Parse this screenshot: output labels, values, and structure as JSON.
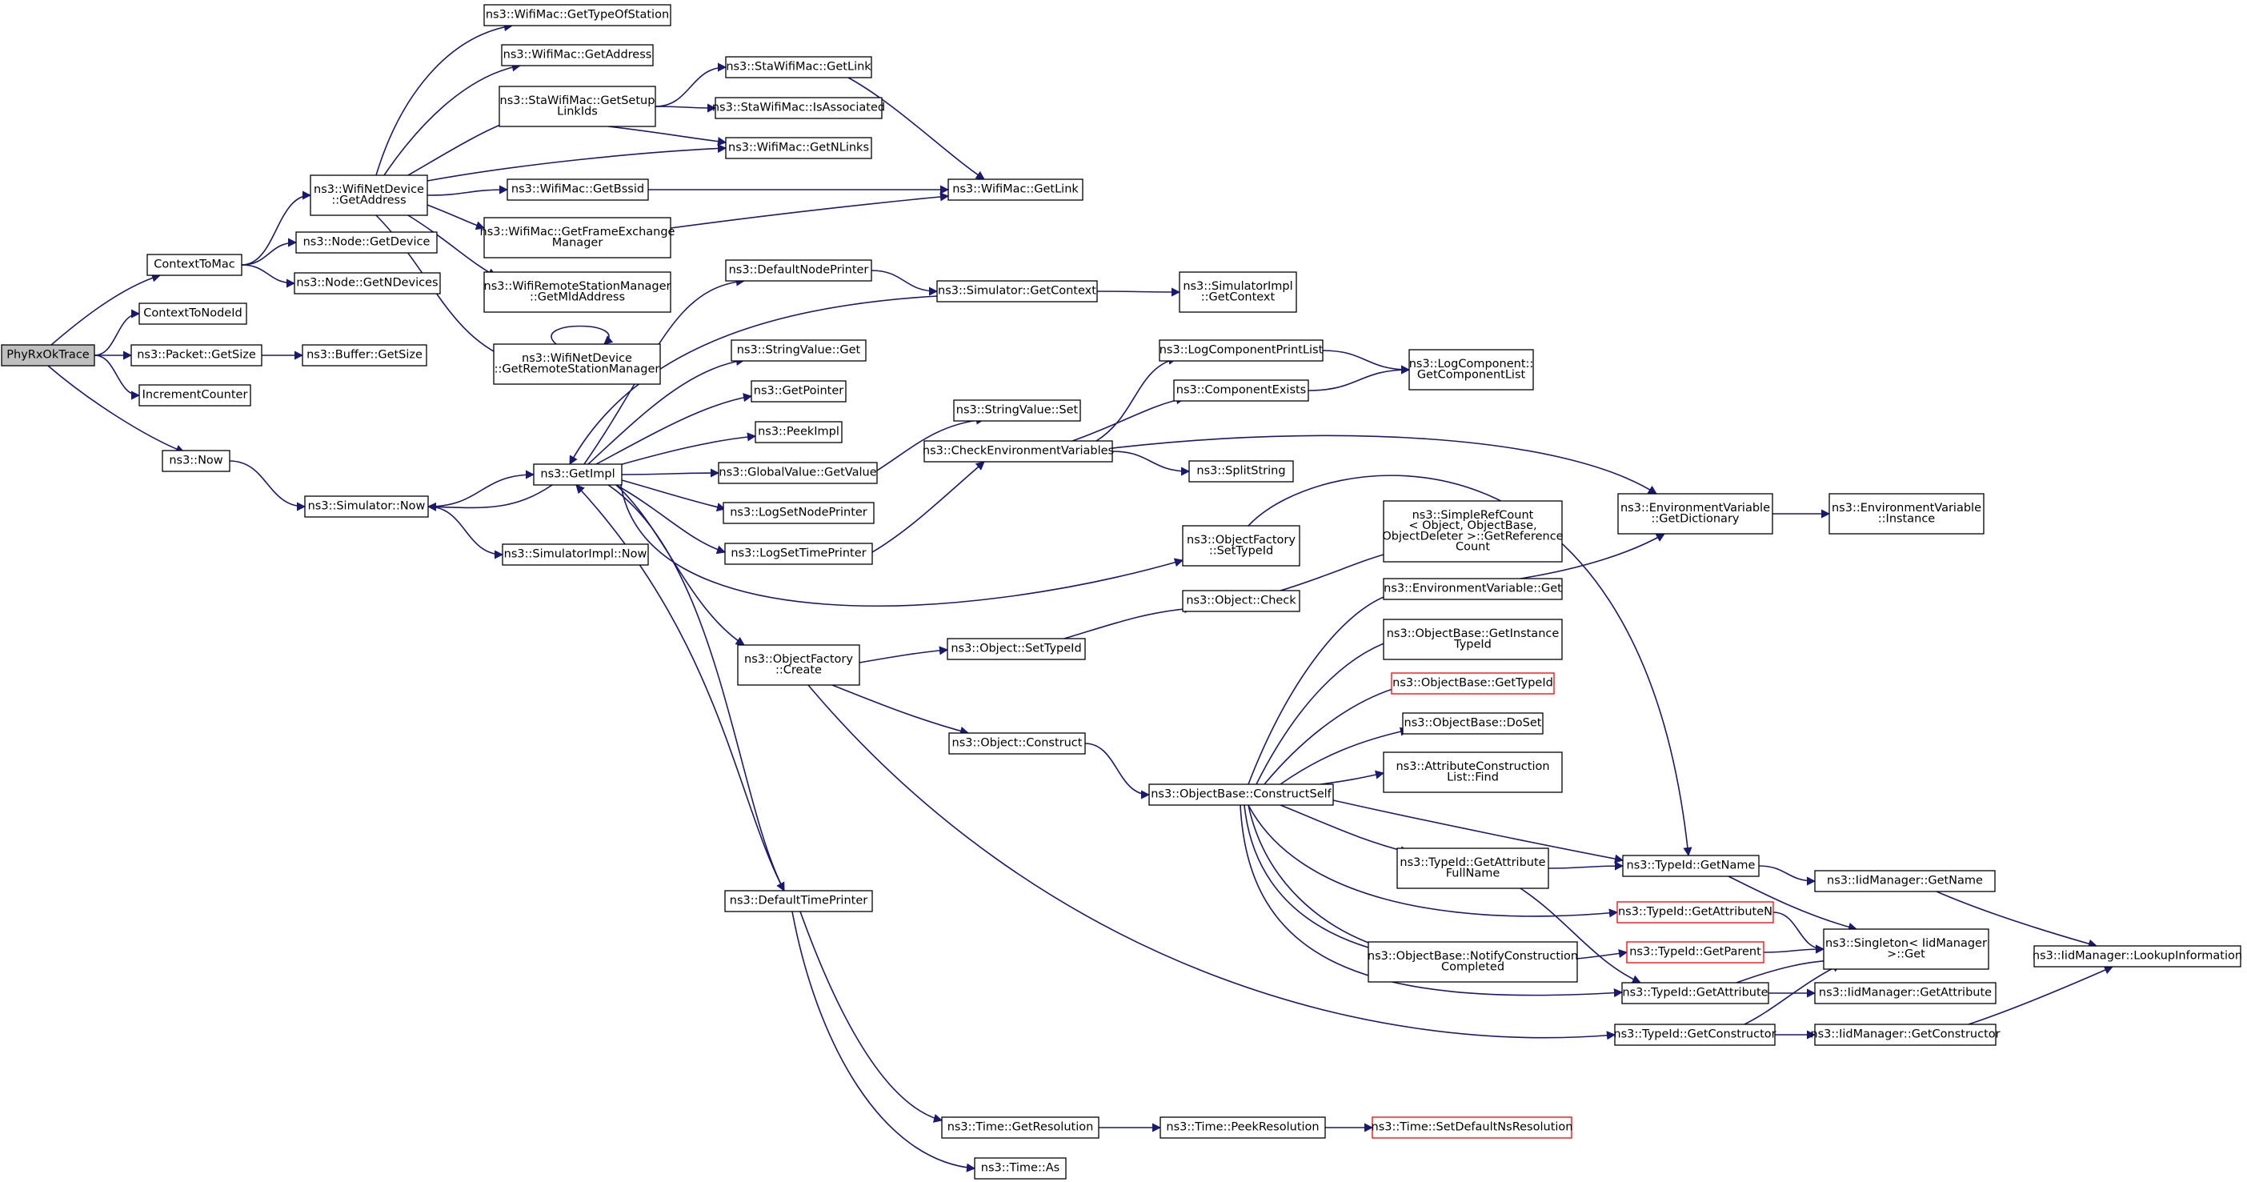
{
  "nodes": [
    {
      "id": "root",
      "lines": [
        "PhyRxOkTrace"
      ],
      "root": true
    },
    {
      "id": "ctm",
      "lines": [
        "ContextToMac"
      ]
    },
    {
      "id": "ctn",
      "lines": [
        "ContextToNodeId"
      ]
    },
    {
      "id": "pgs",
      "lines": [
        "ns3::Packet::GetSize"
      ]
    },
    {
      "id": "inc",
      "lines": [
        "IncrementCounter"
      ]
    },
    {
      "id": "now",
      "lines": [
        "ns3::Now"
      ]
    },
    {
      "id": "bgs",
      "lines": [
        "ns3::Buffer::GetSize"
      ]
    },
    {
      "id": "wnd_addr",
      "lines": [
        "ns3::WifiNetDevice",
        "::GetAddress"
      ]
    },
    {
      "id": "ngd",
      "lines": [
        "ns3::Node::GetDevice"
      ]
    },
    {
      "id": "ngnd",
      "lines": [
        "ns3::Node::GetNDevices"
      ]
    },
    {
      "id": "sim_now",
      "lines": [
        "ns3::Simulator::Now"
      ]
    },
    {
      "id": "wm_type",
      "lines": [
        "ns3::WifiMac::GetTypeOfStation"
      ]
    },
    {
      "id": "wm_addr",
      "lines": [
        "ns3::WifiMac::GetAddress"
      ]
    },
    {
      "id": "sta_setup",
      "lines": [
        "ns3::StaWifiMac::GetSetup",
        "LinkIds"
      ]
    },
    {
      "id": "wm_bssid",
      "lines": [
        "ns3::WifiMac::GetBssid"
      ]
    },
    {
      "id": "wm_fem",
      "lines": [
        "ns3::WifiMac::GetFrameExchange",
        "Manager"
      ]
    },
    {
      "id": "wrsm",
      "lines": [
        "ns3::WifiRemoteStationManager",
        "::GetMldAddress"
      ]
    },
    {
      "id": "wnd_rsm",
      "lines": [
        "ns3::WifiNetDevice",
        "::GetRemoteStationManager"
      ]
    },
    {
      "id": "getimpl",
      "lines": [
        "ns3::GetImpl"
      ]
    },
    {
      "id": "simimpl_now",
      "lines": [
        "ns3::SimulatorImpl::Now"
      ]
    },
    {
      "id": "sta_getlink",
      "lines": [
        "ns3::StaWifiMac::GetLink"
      ]
    },
    {
      "id": "sta_isassoc",
      "lines": [
        "ns3::StaWifiMac::IsAssociated"
      ]
    },
    {
      "id": "wm_nlinks",
      "lines": [
        "ns3::WifiMac::GetNLinks"
      ]
    },
    {
      "id": "wm_getlink",
      "lines": [
        "ns3::WifiMac::GetLink"
      ]
    },
    {
      "id": "dnp",
      "lines": [
        "ns3::DefaultNodePrinter"
      ]
    },
    {
      "id": "sv_get",
      "lines": [
        "ns3::StringValue::Get"
      ]
    },
    {
      "id": "getptr",
      "lines": [
        "ns3::GetPointer"
      ]
    },
    {
      "id": "peekimpl",
      "lines": [
        "ns3::PeekImpl"
      ]
    },
    {
      "id": "gv_get",
      "lines": [
        "ns3::GlobalValue::GetValue"
      ]
    },
    {
      "id": "lsnp",
      "lines": [
        "ns3::LogSetNodePrinter"
      ]
    },
    {
      "id": "lstp",
      "lines": [
        "ns3::LogSetTimePrinter"
      ]
    },
    {
      "id": "of_create",
      "lines": [
        "ns3::ObjectFactory",
        "::Create"
      ]
    },
    {
      "id": "dtp",
      "lines": [
        "ns3::DefaultTimePrinter"
      ]
    },
    {
      "id": "sim_ctx",
      "lines": [
        "ns3::Simulator::GetContext"
      ]
    },
    {
      "id": "simimpl_ctx",
      "lines": [
        "ns3::SimulatorImpl",
        "::GetContext"
      ]
    },
    {
      "id": "sv_set",
      "lines": [
        "ns3::StringValue::Set"
      ]
    },
    {
      "id": "cev",
      "lines": [
        "ns3::CheckEnvironmentVariables"
      ]
    },
    {
      "id": "lcpl",
      "lines": [
        "ns3::LogComponentPrintList"
      ]
    },
    {
      "id": "comp_exists",
      "lines": [
        "ns3::ComponentExists"
      ]
    },
    {
      "id": "lc_gcl",
      "lines": [
        "ns3::LogComponent::",
        "GetComponentList"
      ]
    },
    {
      "id": "split",
      "lines": [
        "ns3::SplitString"
      ]
    },
    {
      "id": "of_settid",
      "lines": [
        "ns3::ObjectFactory",
        "::SetTypeId"
      ]
    },
    {
      "id": "src",
      "lines": [
        "ns3::SimpleRefCount",
        "< Object, ObjectBase,",
        "ObjectDeleter >::GetReference",
        "Count"
      ]
    },
    {
      "id": "ev_dict",
      "lines": [
        "ns3::EnvironmentVariable",
        "::GetDictionary"
      ]
    },
    {
      "id": "ev_inst",
      "lines": [
        "ns3::EnvironmentVariable",
        "::Instance"
      ]
    },
    {
      "id": "ev_get",
      "lines": [
        "ns3::EnvironmentVariable::Get"
      ]
    },
    {
      "id": "obj_check",
      "lines": [
        "ns3::Object::Check"
      ]
    },
    {
      "id": "obj_settid",
      "lines": [
        "ns3::Object::SetTypeId"
      ]
    },
    {
      "id": "ob_git",
      "lines": [
        "ns3::ObjectBase::GetInstance",
        "TypeId"
      ]
    },
    {
      "id": "ob_gtid",
      "lines": [
        "ns3::ObjectBase::GetTypeId"
      ],
      "red": true
    },
    {
      "id": "ob_doset",
      "lines": [
        "ns3::ObjectBase::DoSet"
      ]
    },
    {
      "id": "acl_find",
      "lines": [
        "ns3::AttributeConstruction",
        "List::Find"
      ]
    },
    {
      "id": "obj_construct",
      "lines": [
        "ns3::Object::Construct"
      ]
    },
    {
      "id": "ob_cs",
      "lines": [
        "ns3::ObjectBase::ConstructSelf"
      ]
    },
    {
      "id": "tid_gafn",
      "lines": [
        "ns3::TypeId::GetAttribute",
        "FullName"
      ]
    },
    {
      "id": "tid_getname",
      "lines": [
        "ns3::TypeId::GetName"
      ]
    },
    {
      "id": "tid_gan",
      "lines": [
        "ns3::TypeId::GetAttributeN"
      ],
      "red": true
    },
    {
      "id": "tid_gp",
      "lines": [
        "ns3::TypeId::GetParent"
      ],
      "red": true
    },
    {
      "id": "ob_ncc",
      "lines": [
        "ns3::ObjectBase::NotifyConstruction",
        "Completed"
      ]
    },
    {
      "id": "tid_ga",
      "lines": [
        "ns3::TypeId::GetAttribute"
      ]
    },
    {
      "id": "tid_gc",
      "lines": [
        "ns3::TypeId::GetConstructor"
      ]
    },
    {
      "id": "singleton",
      "lines": [
        "ns3::Singleton< IidManager",
        ">::Get"
      ]
    },
    {
      "id": "iid_getname",
      "lines": [
        "ns3::IidManager::GetName"
      ]
    },
    {
      "id": "iid_ga",
      "lines": [
        "ns3::IidManager::GetAttribute"
      ]
    },
    {
      "id": "iid_gc",
      "lines": [
        "ns3::IidManager::GetConstructor"
      ]
    },
    {
      "id": "iid_lookup",
      "lines": [
        "ns3::IidManager::LookupInformation"
      ]
    },
    {
      "id": "time_gr",
      "lines": [
        "ns3::Time::GetResolution"
      ]
    },
    {
      "id": "time_as",
      "lines": [
        "ns3::Time::As"
      ]
    },
    {
      "id": "time_pr",
      "lines": [
        "ns3::Time::PeekResolution"
      ]
    },
    {
      "id": "time_sdnr",
      "lines": [
        "ns3::Time::SetDefaultNsResolution"
      ],
      "red": true
    }
  ],
  "edges": [
    [
      "root",
      "ctm"
    ],
    [
      "root",
      "ctn"
    ],
    [
      "root",
      "pgs"
    ],
    [
      "root",
      "inc"
    ],
    [
      "root",
      "now"
    ],
    [
      "pgs",
      "bgs"
    ],
    [
      "ctm",
      "wnd_addr"
    ],
    [
      "ctm",
      "ngd"
    ],
    [
      "ctm",
      "ngnd"
    ],
    [
      "now",
      "sim_now"
    ],
    [
      "wnd_addr",
      "wm_type"
    ],
    [
      "wnd_addr",
      "wm_addr"
    ],
    [
      "wnd_addr",
      "sta_setup"
    ],
    [
      "wnd_addr",
      "wm_nlinks"
    ],
    [
      "wnd_addr",
      "wm_bssid"
    ],
    [
      "wnd_addr",
      "wm_fem"
    ],
    [
      "wnd_addr",
      "wrsm"
    ],
    [
      "wnd_addr",
      "wnd_rsm"
    ],
    [
      "wnd_rsm",
      "wnd_rsm"
    ],
    [
      "sta_setup",
      "sta_getlink"
    ],
    [
      "sta_setup",
      "sta_isassoc"
    ],
    [
      "sta_setup",
      "wm_nlinks"
    ],
    [
      "sta_getlink",
      "wm_getlink"
    ],
    [
      "wm_bssid",
      "wm_getlink"
    ],
    [
      "wm_fem",
      "wm_getlink"
    ],
    [
      "sim_now",
      "getimpl"
    ],
    [
      "sim_now",
      "simimpl_now"
    ],
    [
      "getimpl",
      "dnp"
    ],
    [
      "getimpl",
      "sv_get"
    ],
    [
      "getimpl",
      "getptr"
    ],
    [
      "getimpl",
      "peekimpl"
    ],
    [
      "getimpl",
      "gv_get"
    ],
    [
      "getimpl",
      "lsnp"
    ],
    [
      "getimpl",
      "lstp"
    ],
    [
      "getimpl",
      "of_create"
    ],
    [
      "getimpl",
      "dtp"
    ],
    [
      "getimpl",
      "of_settid"
    ],
    [
      "getimpl",
      "sim_now"
    ],
    [
      "dnp",
      "sim_ctx"
    ],
    [
      "sim_ctx",
      "getimpl"
    ],
    [
      "sim_ctx",
      "simimpl_ctx"
    ],
    [
      "gv_get",
      "sv_set"
    ],
    [
      "lstp",
      "cev"
    ],
    [
      "dtp",
      "getimpl"
    ],
    [
      "cev",
      "lcpl"
    ],
    [
      "cev",
      "comp_exists"
    ],
    [
      "cev",
      "split"
    ],
    [
      "cev",
      "ev_dict"
    ],
    [
      "lcpl",
      "lc_gcl"
    ],
    [
      "comp_exists",
      "lc_gcl"
    ],
    [
      "of_settid",
      "tid_getname"
    ],
    [
      "ev_dict",
      "ev_inst"
    ],
    [
      "ev_get",
      "ev_dict"
    ],
    [
      "of_create",
      "obj_settid"
    ],
    [
      "of_create",
      "obj_construct"
    ],
    [
      "of_create",
      "tid_gc"
    ],
    [
      "obj_settid",
      "obj_check"
    ],
    [
      "obj_check",
      "src"
    ],
    [
      "obj_construct",
      "ob_cs"
    ],
    [
      "ob_cs",
      "ev_get"
    ],
    [
      "ob_cs",
      "ob_git"
    ],
    [
      "ob_cs",
      "ob_gtid"
    ],
    [
      "ob_cs",
      "ob_doset"
    ],
    [
      "ob_cs",
      "acl_find"
    ],
    [
      "ob_cs",
      "tid_getname"
    ],
    [
      "ob_cs",
      "tid_gafn"
    ],
    [
      "ob_cs",
      "tid_gan"
    ],
    [
      "ob_cs",
      "ob_ncc"
    ],
    [
      "ob_cs",
      "tid_gp"
    ],
    [
      "ob_cs",
      "tid_ga"
    ],
    [
      "tid_gafn",
      "tid_getname"
    ],
    [
      "tid_gafn",
      "tid_ga"
    ],
    [
      "tid_getname",
      "singleton"
    ],
    [
      "tid_getname",
      "iid_getname"
    ],
    [
      "tid_gan",
      "singleton"
    ],
    [
      "tid_gp",
      "singleton"
    ],
    [
      "tid_ga",
      "singleton"
    ],
    [
      "tid_ga",
      "iid_ga"
    ],
    [
      "tid_gc",
      "singleton"
    ],
    [
      "tid_gc",
      "iid_gc"
    ],
    [
      "iid_getname",
      "iid_lookup"
    ],
    [
      "iid_gc",
      "iid_lookup"
    ],
    [
      "dtp",
      "time_gr"
    ],
    [
      "dtp",
      "time_as"
    ],
    [
      "time_gr",
      "time_pr"
    ],
    [
      "time_pr",
      "time_sdnr"
    ]
  ],
  "colors": {
    "edge": "#191970",
    "box_border": "#000000",
    "red_border": "#ff0000",
    "root_fill": "#bfbfbf",
    "box_fill": "#ffffff"
  }
}
